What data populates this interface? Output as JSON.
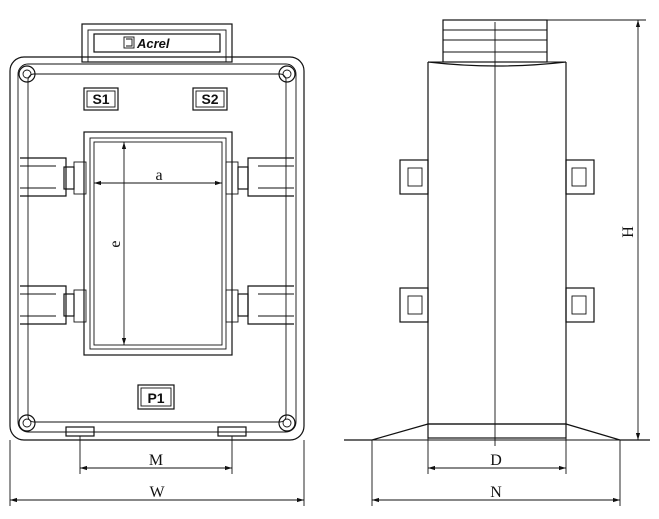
{
  "brand": {
    "name": "Acrel"
  },
  "terminals": {
    "s1": "S1",
    "s2": "S2",
    "p1": "P1"
  },
  "dimensions": {
    "a": "a",
    "e": "e",
    "M": "M",
    "W": "W",
    "D": "D",
    "N": "N",
    "H": "H"
  }
}
